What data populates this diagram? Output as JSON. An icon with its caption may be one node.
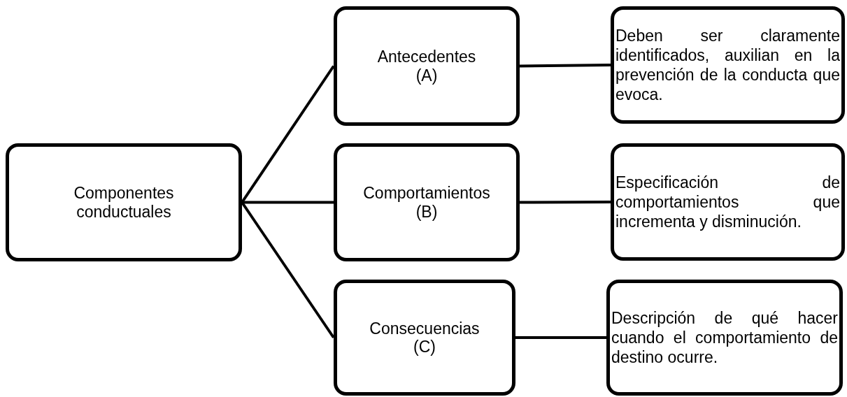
{
  "diagram": {
    "nodes": [
      {
        "text": [
          "Componentes conductuales"
        ]
      },
      {
        "text": [
          "Antecedentes (A)"
        ]
      },
      {
        "text": [
          "Comportamientos (B)"
        ]
      },
      {
        "text": [
          "Consecuencias (C)"
        ]
      },
      {
        "text": [
          "Deben ser claramente identificados, auxilian en la prevención de la conducta que evoca."
        ]
      },
      {
        "text": [
          "Especificación de comportamientos que incrementa y disminución."
        ]
      },
      {
        "text": [
          "Descripción de qué hacer cuando el comportamiento de destino ocurre."
        ]
      }
    ],
    "edges": [
      {
        "from": 0,
        "to": 1,
        "arrow": "none"
      },
      {
        "from": 0,
        "to": 2,
        "arrow": "none"
      },
      {
        "from": 0,
        "to": 3,
        "arrow": "none"
      },
      {
        "from": 1,
        "to": 4,
        "arrow": "none"
      },
      {
        "from": 2,
        "to": 5,
        "arrow": "none"
      },
      {
        "from": 3,
        "to": 6,
        "arrow": "none"
      }
    ]
  }
}
